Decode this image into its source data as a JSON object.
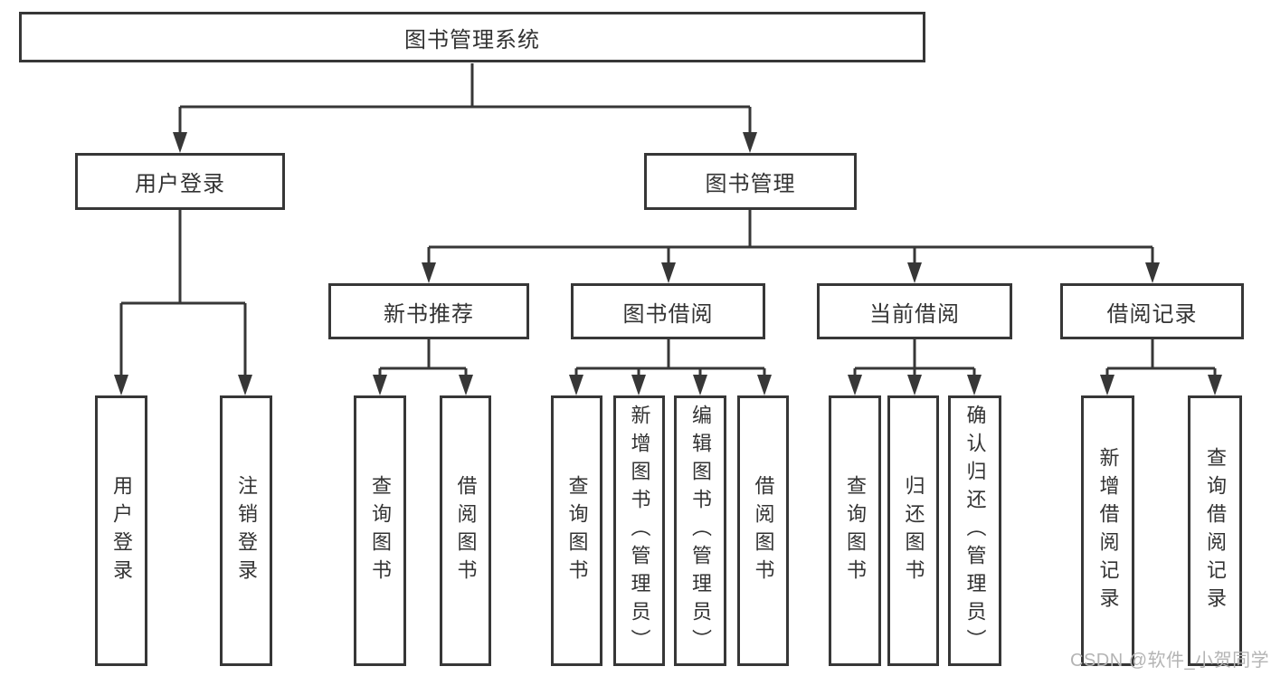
{
  "diagram": {
    "root": {
      "label": "图书管理系统"
    },
    "branches": [
      {
        "label": "用户登录",
        "leaves": [
          "用户登录",
          "注销登录"
        ]
      },
      {
        "label": "图书管理",
        "groups": [
          {
            "label": "新书推荐",
            "leaves": [
              "查询图书",
              "借阅图书"
            ]
          },
          {
            "label": "图书借阅",
            "leaves": [
              "查询图书",
              "新增图书（管理员）",
              "编辑图书（管理员）",
              "借阅图书"
            ]
          },
          {
            "label": "当前借阅",
            "leaves": [
              "查询图书",
              "归还图书",
              "确认归还（管理员）"
            ]
          },
          {
            "label": "借阅记录",
            "leaves": [
              "新增借阅记录",
              "查询借阅记录"
            ]
          }
        ]
      }
    ],
    "watermark": "CSDN @软件_小贺同学",
    "colors": {
      "line": "#373737",
      "box_border": "#373737",
      "box_fill": "#ffffff",
      "text": "#333333",
      "watermark": "#b4b4b4"
    }
  }
}
